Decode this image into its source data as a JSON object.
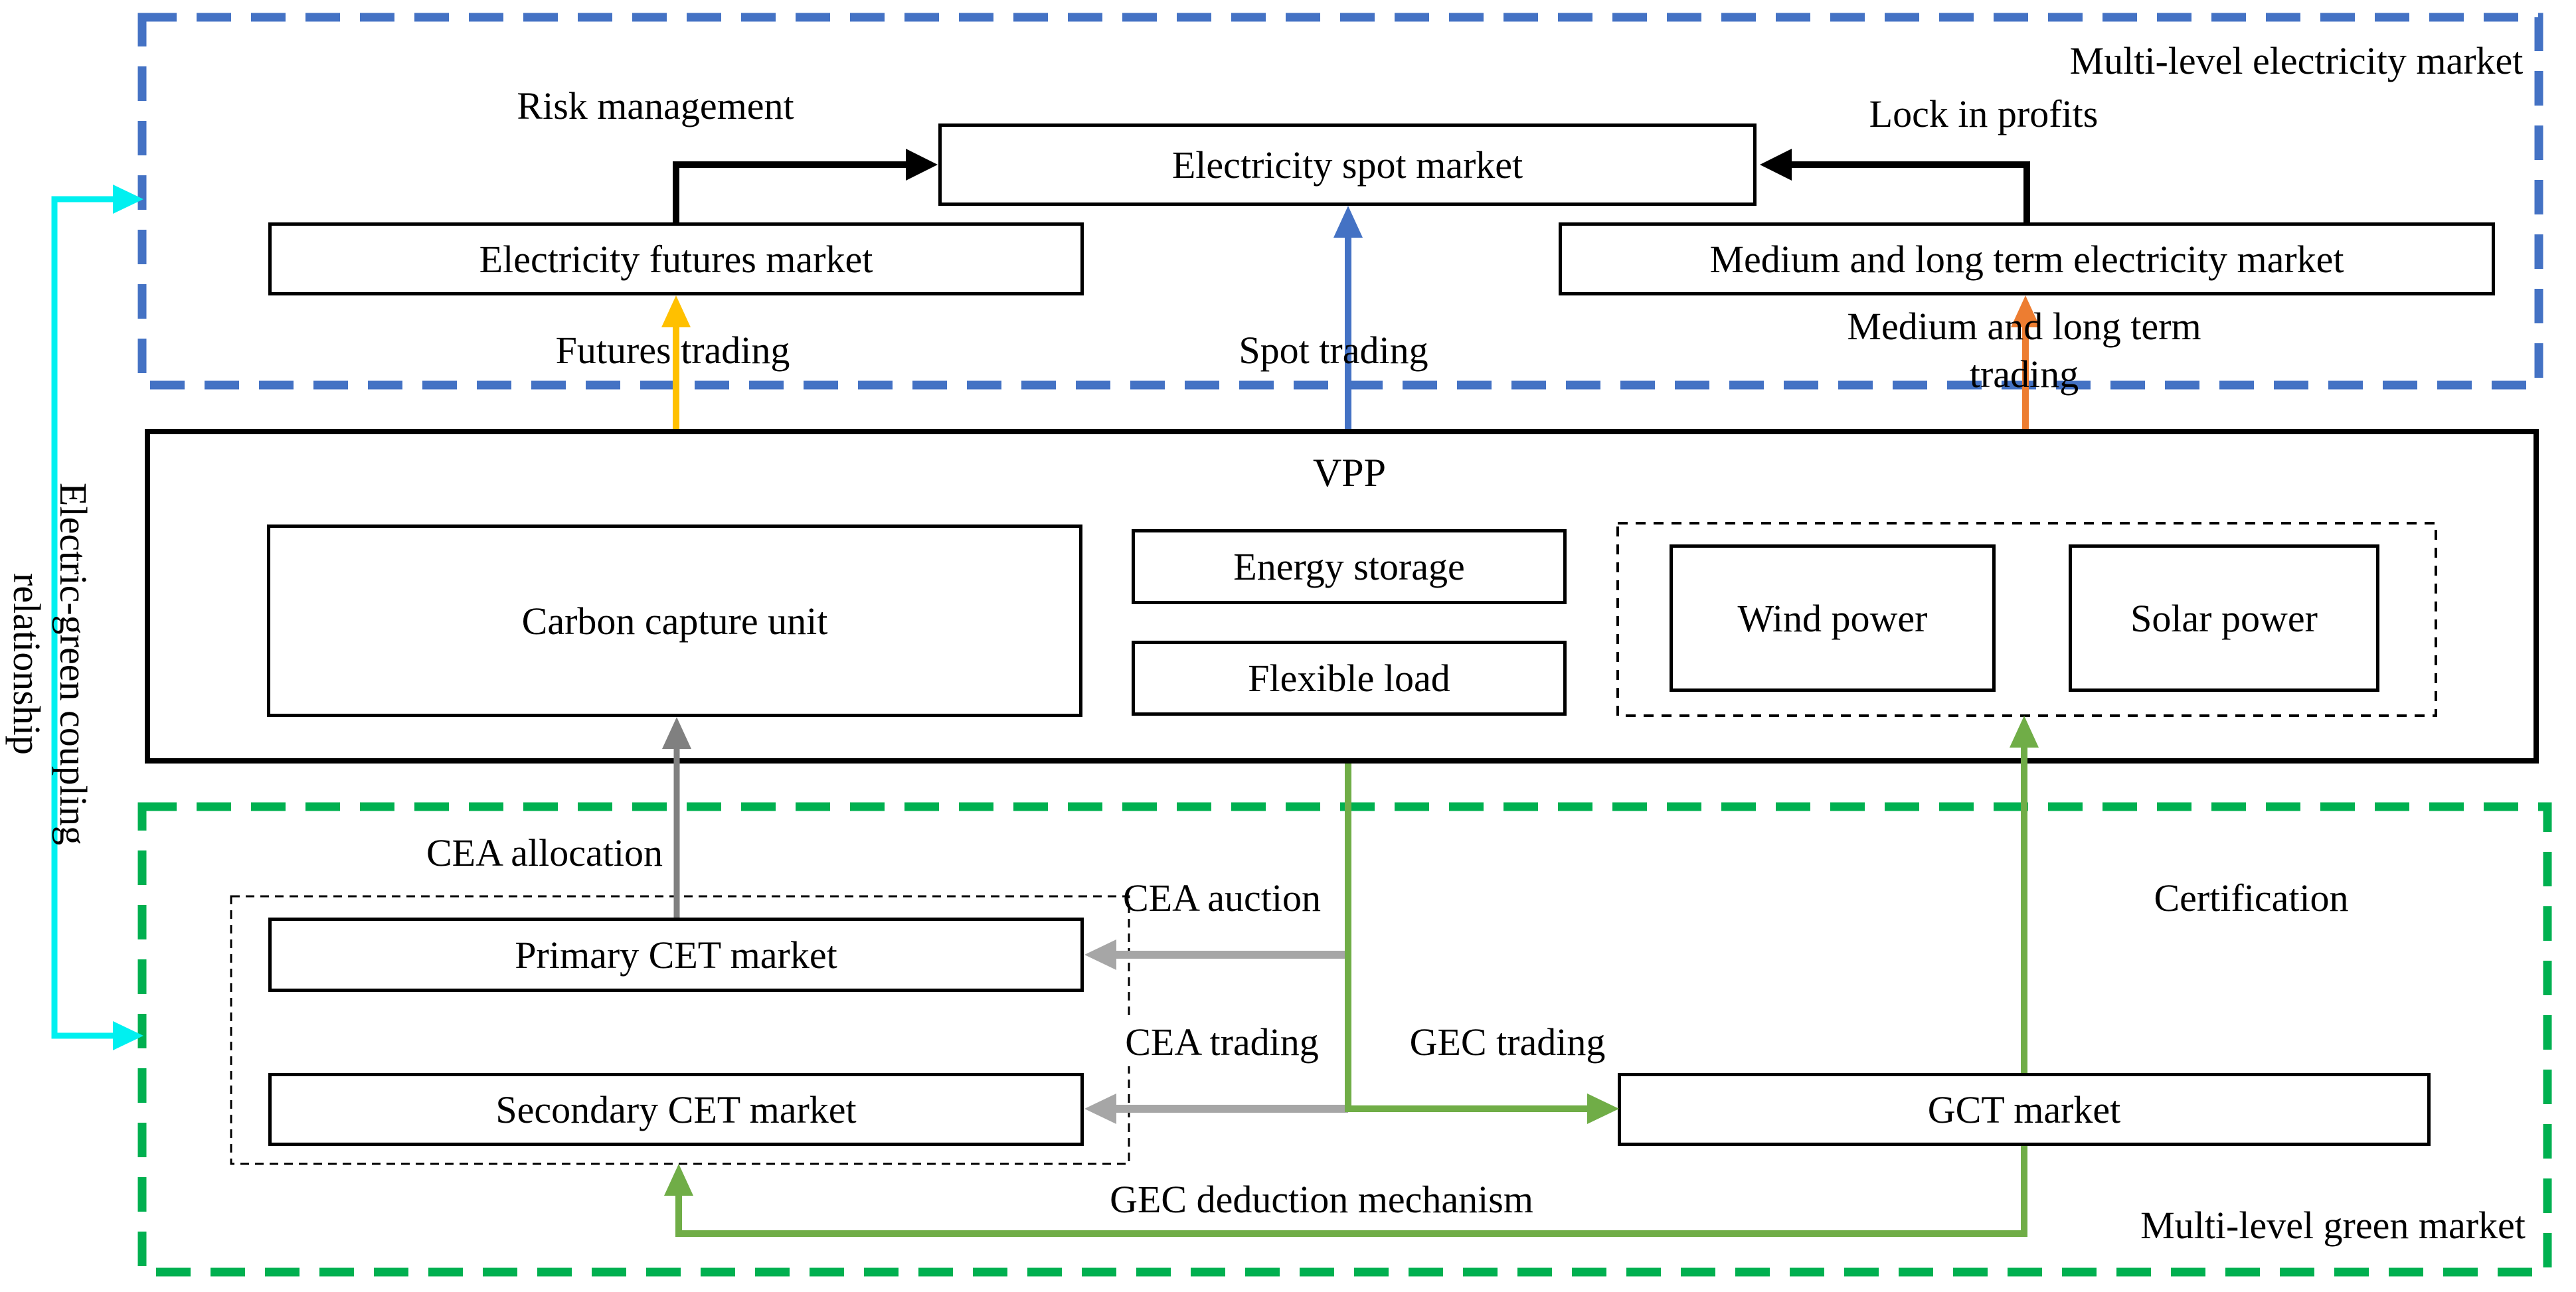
{
  "colors": {
    "blue": "#4472C4",
    "bright_green": "#00B050",
    "olive_green": "#70AD47",
    "gray": "#A6A6A6",
    "dark_gray": "#808080",
    "cyan": "#00F0F0",
    "gold": "#FFC000",
    "orange": "#ED7D31",
    "black": "#000000"
  },
  "electricity_market": {
    "title": "Multi-level electricity market",
    "risk_management": "Risk management",
    "lock_in_profits": "Lock in profits",
    "spot_market": "Electricity spot market",
    "futures_market": "Electricity futures market",
    "mlt_market": "Medium and long term electricity market",
    "futures_trading": "Futures trading",
    "spot_trading": "Spot trading",
    "mlt_trading_line1": "Medium and long term",
    "mlt_trading_line2": "trading"
  },
  "vpp": {
    "title": "VPP",
    "carbon_capture": "Carbon capture unit",
    "energy_storage": "Energy storage",
    "flexible_load": "Flexible load",
    "wind_power": "Wind power",
    "solar_power": "Solar power"
  },
  "green_market": {
    "title": "Multi-level green market",
    "cea_allocation": "CEA allocation",
    "cea_auction": "CEA auction",
    "cea_trading": "CEA trading",
    "gec_trading": "GEC trading",
    "gec_deduction": "GEC deduction mechanism",
    "certification": "Certification",
    "primary_cet_market": "Primary CET market",
    "secondary_cet_market": "Secondary CET market",
    "gct_market": "GCT market"
  },
  "coupling": {
    "line1": "Electric-green coupling",
    "line2": "relationship"
  }
}
